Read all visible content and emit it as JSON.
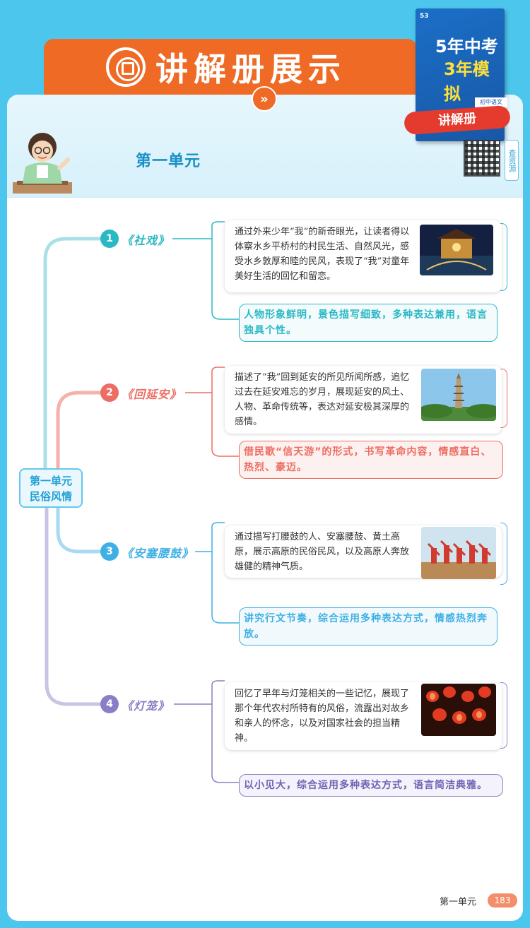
{
  "header": {
    "banner_title": "讲解册展示",
    "unit_title": "第一单元"
  },
  "book": {
    "publisher_mark": "53",
    "title_line1": "5年中考",
    "title_line2": "3年模拟",
    "subject": "初中语文",
    "ribbon": "讲解册"
  },
  "qr": {
    "label": "查资源"
  },
  "mindmap": {
    "root_line1": "第一单元",
    "root_line2": "民俗风情",
    "branches": [
      {
        "num": "1",
        "title": "《社戏》",
        "color": "#2bb8c5",
        "description": "通过外来少年“我”的新奇眼光，让读者得以体察水乡平桥村的村民生活、自然风光，感受水乡敦厚和睦的民风，表现了“我”对童年美好生活的回忆和留恋。",
        "summary": "人物形象鲜明，景色描写细致，多种表达兼用，语言独具个性。"
      },
      {
        "num": "2",
        "title": "《回延安》",
        "color": "#ec6d63",
        "description": "描述了“我”回到延安的所见所闻所感，追忆过去在延安难忘的岁月，展现延安的风土、人物、革命传统等，表达对延安极其深厚的感情。",
        "summary": "借民歌“信天游”的形式，书写革命内容，情感直白、热烈、豪迈。"
      },
      {
        "num": "3",
        "title": "《安塞腰鼓》",
        "color": "#3fb0e4",
        "description": "通过描写打腰鼓的人、安塞腰鼓、黄土高原，展示高原的民俗民风，以及高原人奔放雄健的精神气质。",
        "summary": "讲究行文节奏，综合运用多种表达方式，情感热烈奔放。"
      },
      {
        "num": "4",
        "title": "《灯笼》",
        "color": "#8a7fc4",
        "description": "回忆了早年与灯笼相关的一些记忆，展现了那个年代农村所特有的风俗，流露出对故乡和亲人的怀念，以及对国家社会的担当精神。",
        "summary": "以小见大，综合运用多种表达方式，语言简洁典雅。"
      }
    ]
  },
  "footer": {
    "unit": "第一单元",
    "page": "183"
  }
}
